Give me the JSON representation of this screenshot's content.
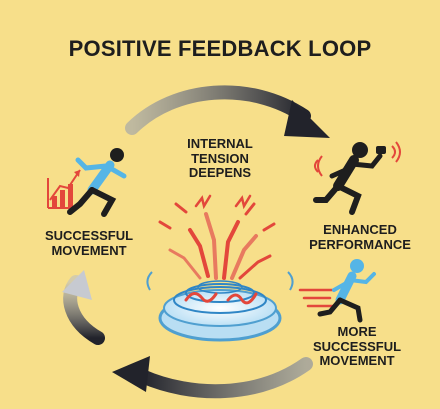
{
  "title": "POSITIVE FEEDBACK LOOP",
  "center": {
    "line1": "INTERNAL",
    "line2": "TENSION",
    "line3": "DEEPENS"
  },
  "left": {
    "line1": "SUCCESSFUL",
    "line2": "MOVEMENT"
  },
  "right": {
    "line1": "ENHANCED",
    "line2": "PERFORMANCE"
  },
  "bottom": {
    "line1": "MORE",
    "line2": "SUCCESSFUL",
    "line3": "MOVEMENT"
  },
  "colors": {
    "background": "#f7df8a",
    "arrow_dark": "#22232b",
    "figure_blue": "#55b5e6",
    "figure_black": "#1e1e1e",
    "accent_red": "#e3473b"
  }
}
